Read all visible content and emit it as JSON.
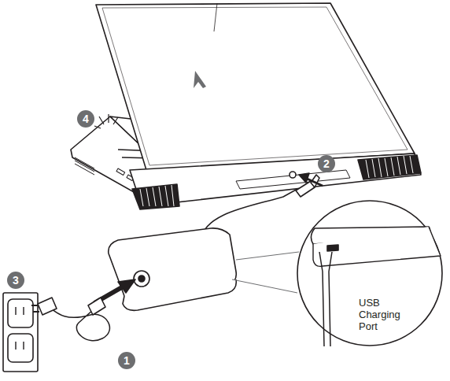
{
  "diagram": {
    "labels": [
      "4",
      "2",
      "3",
      "1",
      "USB Charging Port"
    ]
  }
}
